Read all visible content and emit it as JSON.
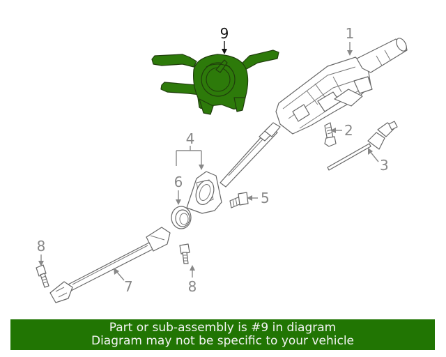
{
  "callouts": {
    "c1": "1",
    "c2": "2",
    "c3": "3",
    "c4": "4",
    "c5": "5",
    "c6": "6",
    "c7": "7",
    "c8a": "8",
    "c8b": "8",
    "c9": "9"
  },
  "highlight_color": "#2d7a0a",
  "banner": {
    "line1": "Part or sub-assembly is #9 in diagram",
    "line2": "Diagram may not be specific to your vehicle",
    "background": "#217503"
  }
}
